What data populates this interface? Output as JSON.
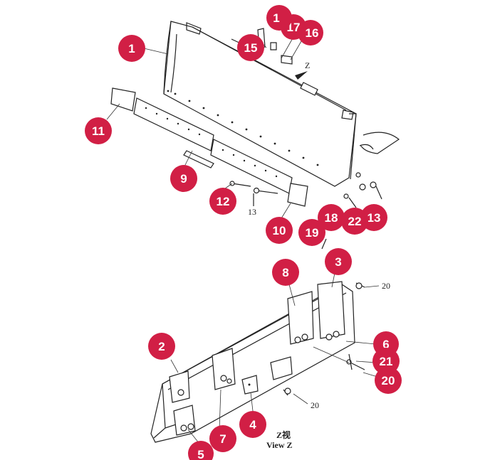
{
  "callouts": [
    {
      "id": "c1",
      "label": "1"
    },
    {
      "id": "c17",
      "label": "17"
    },
    {
      "id": "c16",
      "label": "16"
    },
    {
      "id": "c1b",
      "label": "1"
    },
    {
      "id": "c15",
      "label": "15"
    },
    {
      "id": "c11",
      "label": "11"
    },
    {
      "id": "c9",
      "label": "9"
    },
    {
      "id": "c12",
      "label": "12"
    },
    {
      "id": "c10",
      "label": "10"
    },
    {
      "id": "c18",
      "label": "18"
    },
    {
      "id": "c19",
      "label": "19"
    },
    {
      "id": "c22",
      "label": "22"
    },
    {
      "id": "c13",
      "label": "13"
    },
    {
      "id": "c3",
      "label": "3"
    },
    {
      "id": "c8",
      "label": "8"
    },
    {
      "id": "c2",
      "label": "2"
    },
    {
      "id": "c6",
      "label": "6"
    },
    {
      "id": "c21",
      "label": "21"
    },
    {
      "id": "c20",
      "label": "20"
    },
    {
      "id": "c7",
      "label": "7"
    },
    {
      "id": "c4",
      "label": "4"
    },
    {
      "id": "c5",
      "label": "5"
    }
  ],
  "plain_labels": {
    "z_arrow": "Z",
    "bolt_13": "13",
    "bolt_20_a": "20",
    "bolt_20_b": "20",
    "view_cn": "Z视",
    "view_en": "View Z"
  }
}
